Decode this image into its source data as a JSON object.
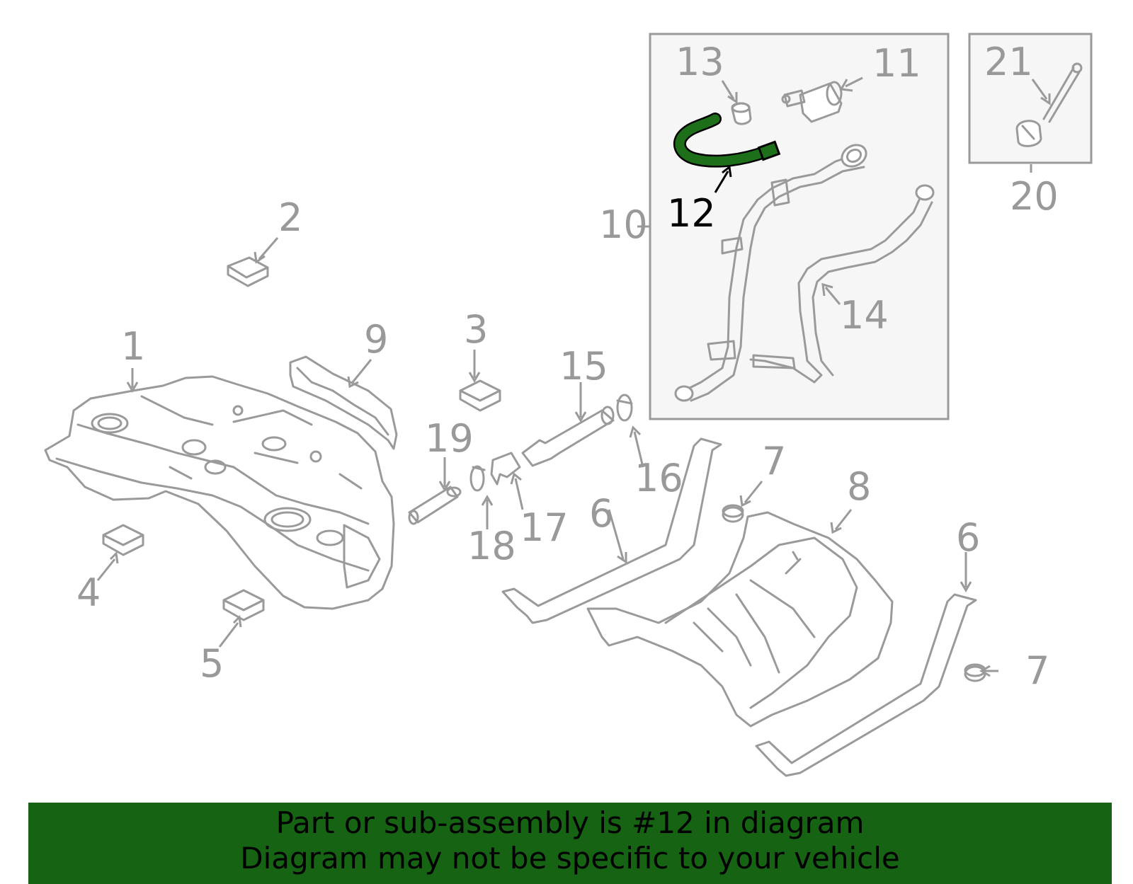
{
  "diagram": {
    "callouts": {
      "c1": "1",
      "c2": "2",
      "c3": "3",
      "c4": "4",
      "c5": "5",
      "c6a": "6",
      "c6b": "6",
      "c7a": "7",
      "c7b": "7",
      "c8": "8",
      "c9": "9",
      "c10": "10",
      "c11": "11",
      "c12": "12",
      "c13": "13",
      "c14": "14",
      "c15": "15",
      "c16": "16",
      "c17": "17",
      "c18": "18",
      "c19": "19",
      "c20": "20",
      "c21": "21"
    },
    "highlighted_part": "12",
    "colors": {
      "line": "#9a9a9a",
      "highlight": "#1e6f1a",
      "banner": "#156313",
      "box": "#f6f6f6"
    }
  },
  "footer": {
    "line1": "Part or sub-assembly is #12 in diagram",
    "line2": "Diagram may not be specific to your vehicle"
  }
}
